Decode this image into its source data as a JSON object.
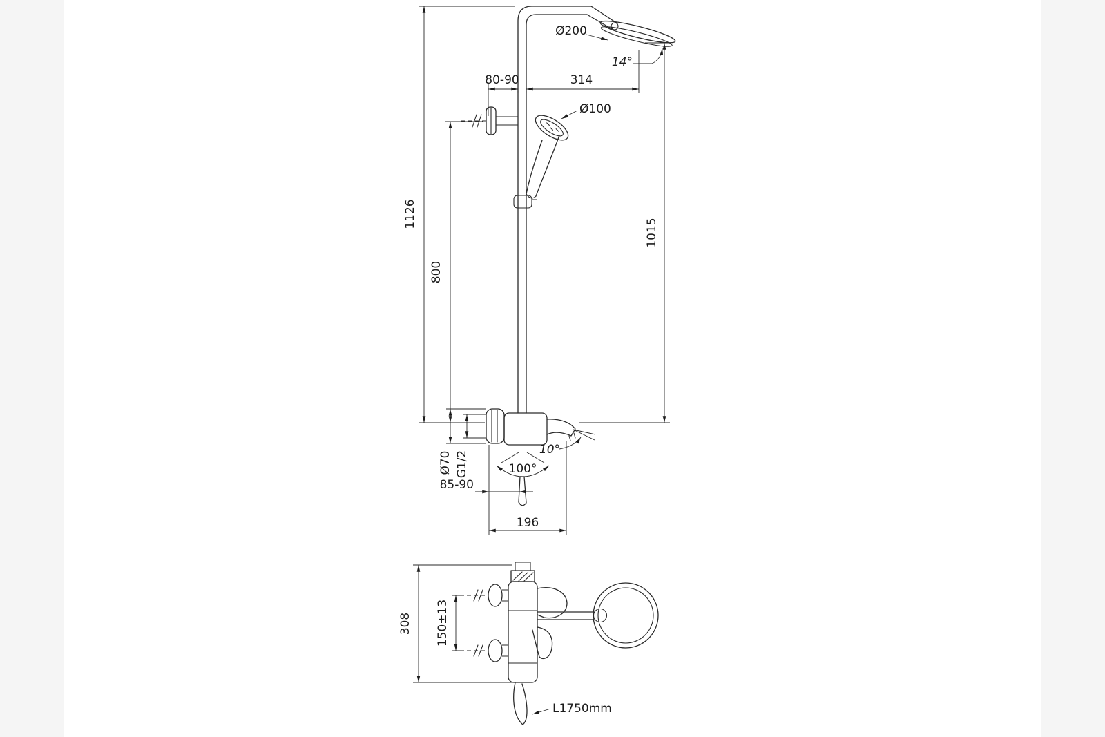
{
  "colors": {
    "background": "#ffffff",
    "gutter": "#f5f5f5",
    "line": "#2a2a2a"
  },
  "front_view": {
    "dims": {
      "head_diameter": "Ø200",
      "head_angle": "14°",
      "wall_distance_top": "80-90",
      "arm_projection": "314",
      "handshower_diameter": "Ø100",
      "overall_height": "1126",
      "rail_height": "800",
      "riser_height": "1015",
      "escutcheon_diameter": "Ø70",
      "connection_thread": "G1/2",
      "spout_angle": "10°",
      "handle_swing": "100°",
      "wall_distance_bottom": "85-90",
      "spout_projection": "196"
    }
  },
  "side_view": {
    "dims": {
      "depth": "308",
      "inlet_spacing": "150±13",
      "hose_length": "L1750mm"
    }
  }
}
